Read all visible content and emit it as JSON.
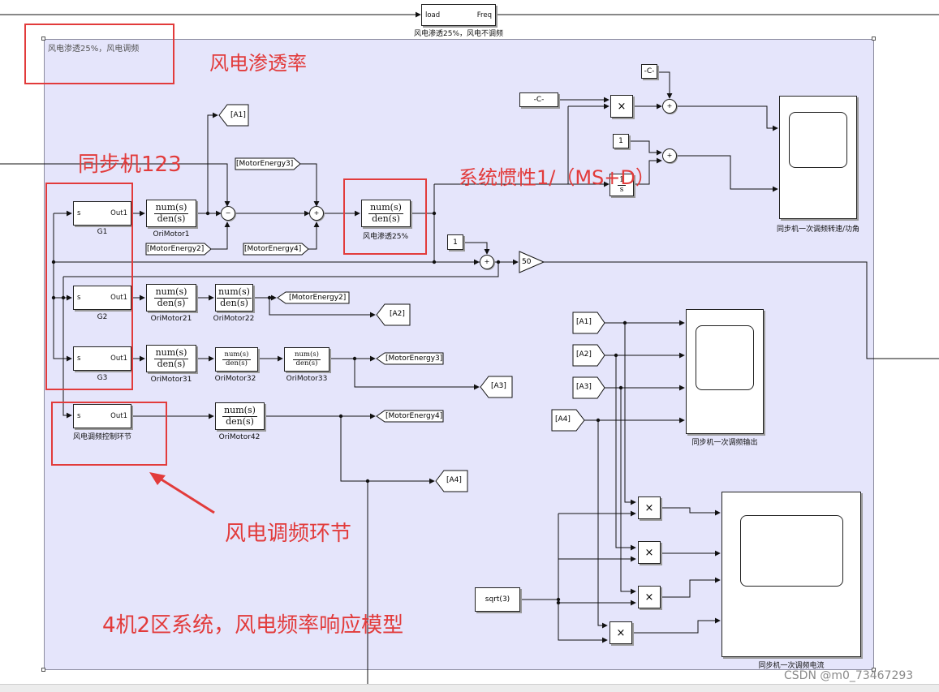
{
  "top_block": {
    "in_port": "load",
    "out_port": "Freq",
    "caption": "风电渗透25%，风电不调频"
  },
  "subsystem": {
    "title": "风电渗透25%，风电调频"
  },
  "annotations": {
    "wind_penetration": "风电渗透率",
    "sync_machines": "同步机123",
    "inertia": "系统惯性1/（MS+D）",
    "wind_fm_link": "风电调频环节",
    "model_title": "4机2区系统，风电频率响应模型"
  },
  "generators": [
    {
      "in_port": "s",
      "out_port": "Out1",
      "label": "G1"
    },
    {
      "in_port": "s",
      "out_port": "Out1",
      "label": "G2"
    },
    {
      "in_port": "s",
      "out_port": "Out1",
      "label": "G3"
    },
    {
      "in_port": "s",
      "out_port": "Out1",
      "label": "风电调频控制环节"
    }
  ],
  "transfer_fn": {
    "num": "num(s)",
    "den": "den(s)",
    "labels": {
      "orimotor1": "OriMotor1",
      "wind25": "风电渗透25%",
      "orimotor21": "OriMotor21",
      "orimotor22": "OriMotor22",
      "orimotor31": "OriMotor31",
      "orimotor32": "OriMotor32",
      "orimotor33": "OriMotor33",
      "orimotor42": "OriMotor42"
    }
  },
  "tags": {
    "a1": "[A1]",
    "a2": "[A2]",
    "a3": "[A3]",
    "a4": "[A4]",
    "me2": "[MotorEnergy2]",
    "me3": "[MotorEnergy3]",
    "me4": "[MotorEnergy4]"
  },
  "constants": {
    "c": "-C-",
    "one": "1",
    "sqrt3": "sqrt(3)"
  },
  "integrator": {
    "num": "1",
    "den": "s"
  },
  "gain": {
    "value": "50"
  },
  "sum_signs": {
    "plus": "+",
    "minus": "−"
  },
  "product_symbol": "×",
  "scopes": {
    "speed": "同步机一次调频转速/功角",
    "output": "同步机一次调频输出",
    "current": "同步机一次调频电流"
  },
  "watermark": "CSDN @m0_73467293",
  "colors": {
    "annotation": "#e23b3b",
    "subsystem_bg": "#e5e5fb"
  }
}
